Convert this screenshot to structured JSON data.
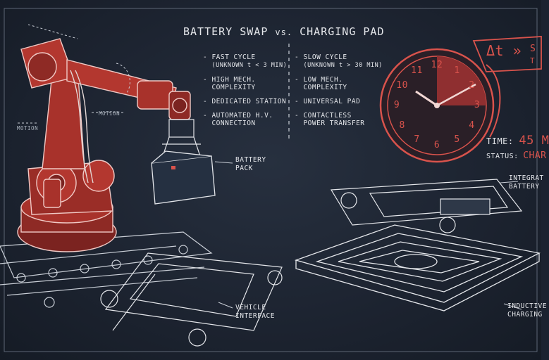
{
  "title": {
    "left": "BATTERY SWAP",
    "vs": "vs.",
    "right": "CHARGING PAD"
  },
  "swap_features": [
    {
      "text": "FAST CYCLE",
      "sub": "(UNKNOWN t < 3 MIN)"
    },
    {
      "text": "HIGH MECH.",
      "sub": "COMPLEXITY"
    },
    {
      "text": "DEDICATED STATION",
      "sub": ""
    },
    {
      "text": "AUTOMATED H.V.",
      "sub": "CONNECTION"
    }
  ],
  "pad_features": [
    {
      "text": "SLOW CYCLE",
      "sub": "(UNKNOWN t > 30 MIN)"
    },
    {
      "text": "LOW MECH.",
      "sub": "COMPLEXITY"
    },
    {
      "text": "UNIVERSAL PAD",
      "sub": ""
    },
    {
      "text": "CONTACTLESS",
      "sub": "POWER TRANSFER"
    }
  ],
  "labels": {
    "motion_left": "MOTION",
    "motion_right": "MOTION",
    "battery_pack": [
      "BATTERY",
      "PACK"
    ],
    "vehicle_interface": [
      "VEHICLE",
      "INTERFACE"
    ],
    "integrated_battery": [
      "INTEGRAT",
      "BATTERY"
    ],
    "inductive_charging": [
      "INDUCTIVE",
      "CHARGING"
    ]
  },
  "clock": {
    "numbers": [
      "12",
      "1",
      "2",
      "3",
      "4",
      "5",
      "6",
      "7",
      "8",
      "9",
      "10",
      "11"
    ],
    "delta": "Δt »",
    "delta_sub_1": "S",
    "delta_sub_2": "T"
  },
  "status": {
    "time_label": "TIME:",
    "time_value": "45 M",
    "status_label": "STATUS:",
    "status_value": "CHAR"
  },
  "colors": {
    "accent_red": "#d9534c",
    "chalk": "#e4e6ea",
    "board": "#1d2431"
  }
}
